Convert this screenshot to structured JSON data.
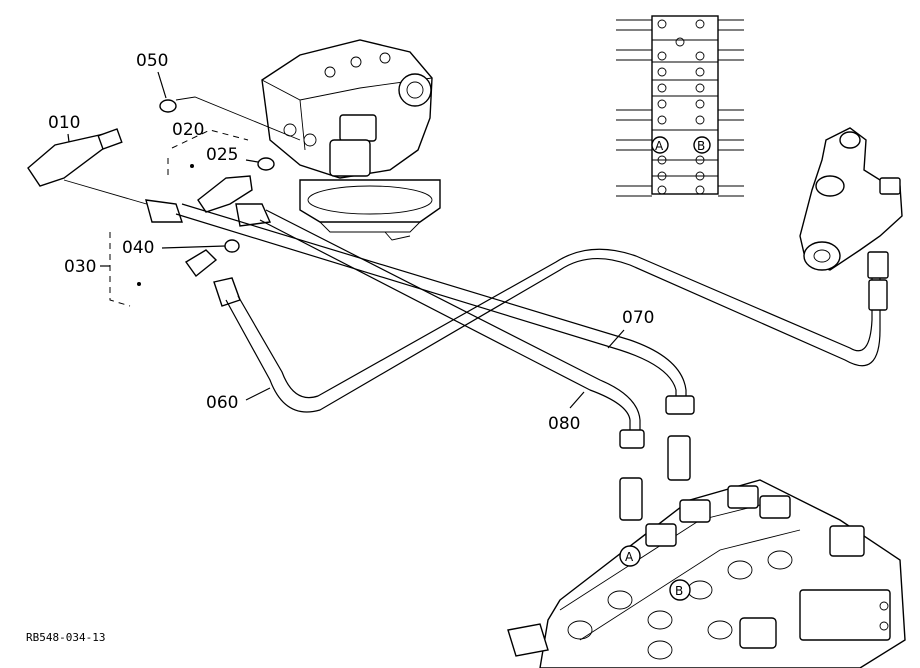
{
  "diagram": {
    "callouts": {
      "c050": "050",
      "c010": "010",
      "c020": "020",
      "c025": "025",
      "c040": "040",
      "c030": "030",
      "c060": "060",
      "c070": "070",
      "c080": "080"
    },
    "port_markers": {
      "schematic_a": "A",
      "schematic_b": "B",
      "valve_a": "A",
      "valve_b": "B"
    },
    "doc_ref": "RB548-034-13"
  }
}
